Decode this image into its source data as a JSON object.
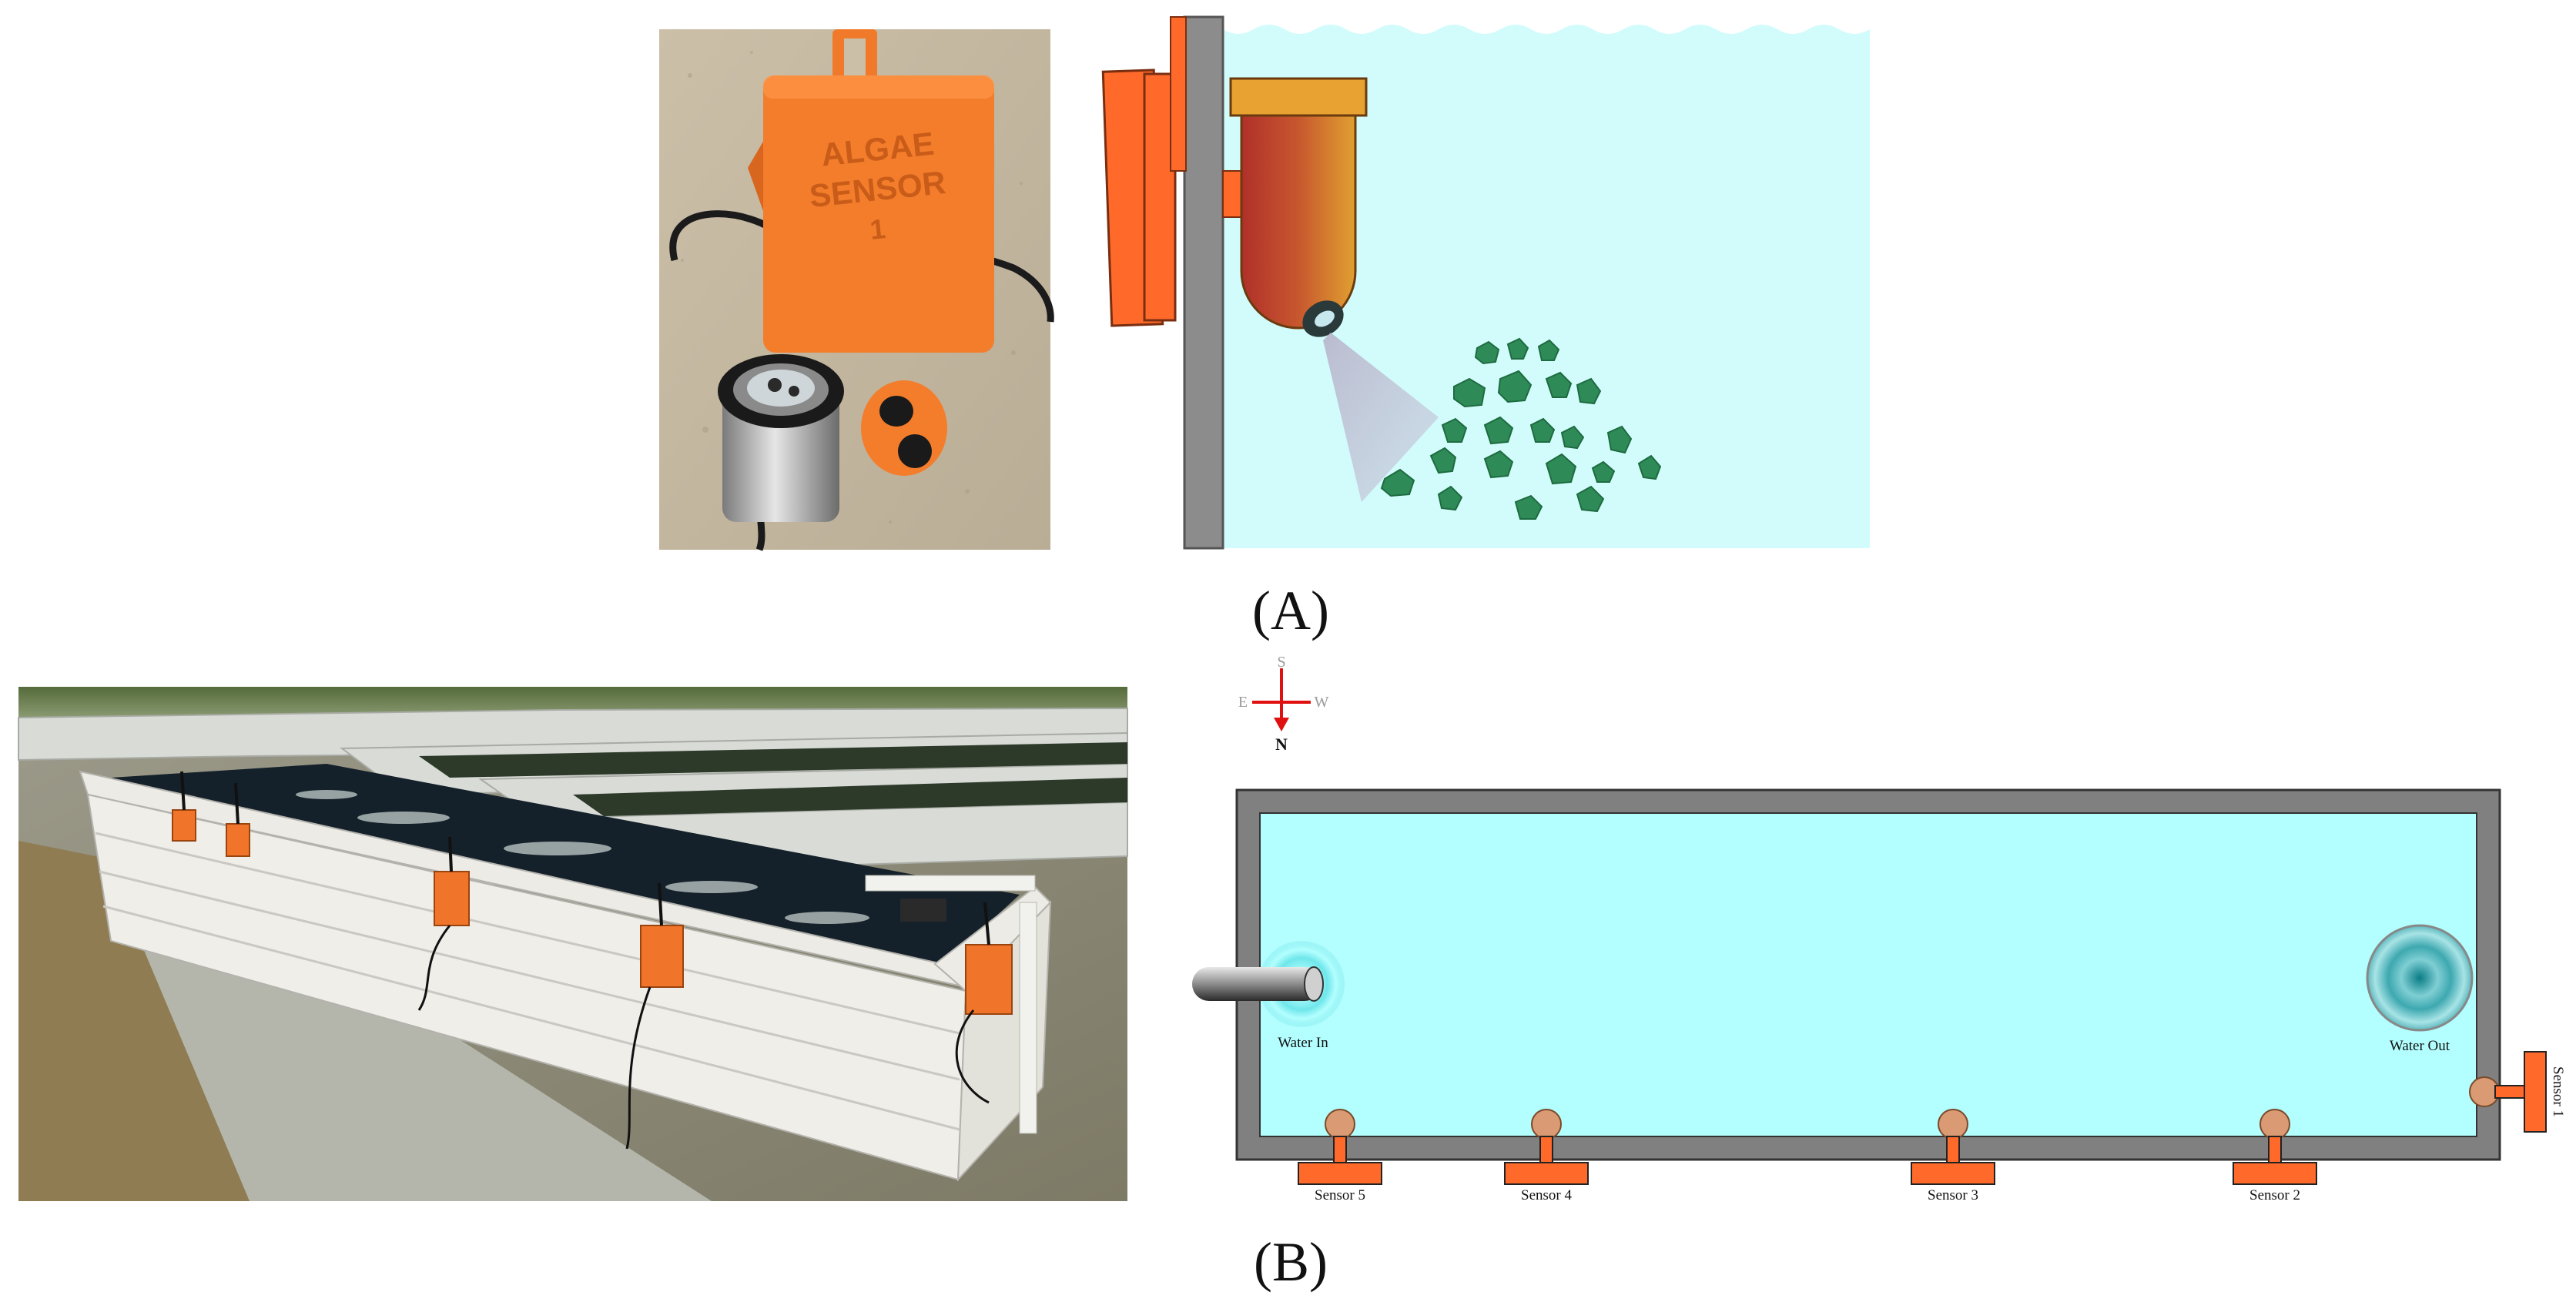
{
  "captions": {
    "a": "(A)",
    "b": "(B)"
  },
  "sensor_box": {
    "line1": "ALGAE",
    "line2": "SENSOR",
    "line3": "1"
  },
  "compass": {
    "top": "S",
    "left": "E",
    "right": "W",
    "bottom": "N"
  },
  "tank": {
    "water_in": "Water In",
    "water_out": "Water Out",
    "sensors": {
      "s1": "Sensor 1",
      "s2": "Sensor 2",
      "s3": "Sensor 3",
      "s4": "Sensor 4",
      "s5": "Sensor 5"
    }
  },
  "colors": {
    "sensor_orange": "#FF6A2B",
    "water": "#B3FFFF",
    "tank_wall": "#808080",
    "algae": "#2E8B57"
  }
}
